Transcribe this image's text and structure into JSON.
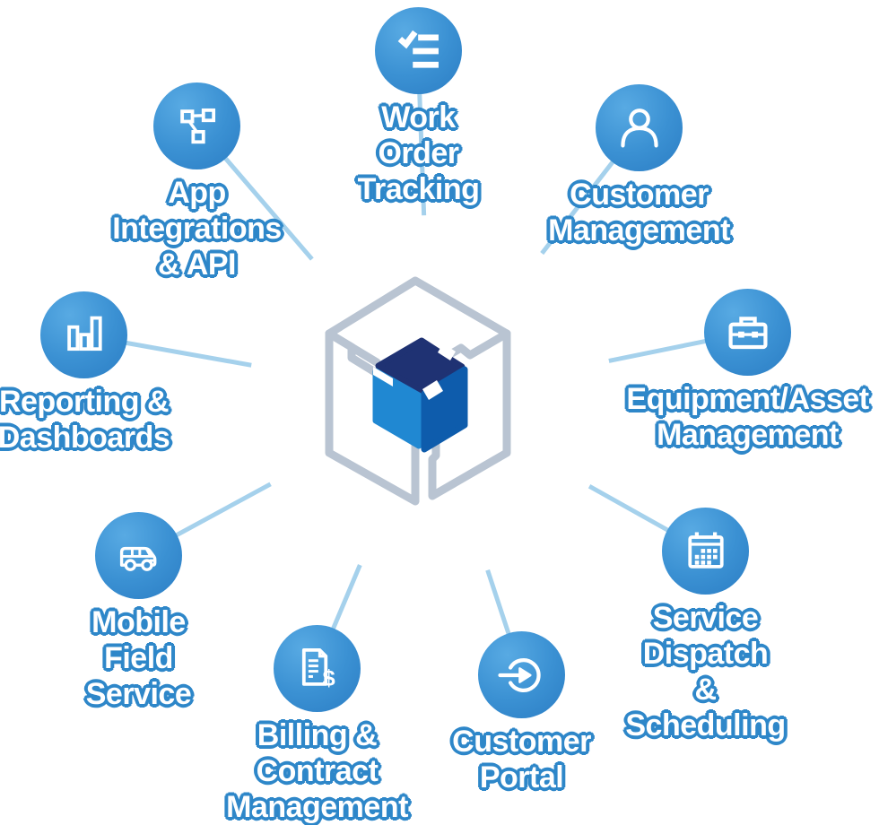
{
  "diagram": {
    "type": "hub-and-spoke",
    "center": {
      "logo": "cube-logo"
    },
    "nodes": [
      {
        "id": "work-order-tracking",
        "label": "Work Order\nTracking",
        "icon": "checklist-icon"
      },
      {
        "id": "customer-management",
        "label": "Customer\nManagement",
        "icon": "person-icon"
      },
      {
        "id": "equipment-asset-management",
        "label": "Equipment/Asset\nManagement",
        "icon": "toolbox-icon"
      },
      {
        "id": "service-dispatch-scheduling",
        "label": "Service Dispatch\n& Scheduling",
        "icon": "calendar-icon"
      },
      {
        "id": "customer-portal",
        "label": "Customer\nPortal",
        "icon": "login-arrow-icon"
      },
      {
        "id": "billing-contract-management",
        "label": "Billing & Contract\nManagement",
        "icon": "invoice-dollar-icon"
      },
      {
        "id": "mobile-field-service",
        "label": "Mobile\nField Service",
        "icon": "van-icon"
      },
      {
        "id": "reporting-dashboards",
        "label": "Reporting &\nDashboards",
        "icon": "bar-chart-icon"
      },
      {
        "id": "app-integrations-api",
        "label": "App Integrations\n& API",
        "icon": "network-nodes-icon"
      }
    ],
    "colors": {
      "node_gradient_start": "#58aae3",
      "node_gradient_end": "#2b7dc4",
      "connector_line": "#a5d1ec",
      "label_text": "#ffffff",
      "label_outline": "#2e87c9",
      "cube_outline": "#b9c4d2",
      "cube_top_face": "#1f3273",
      "cube_left_face": "#2088d2",
      "cube_right_face": "#0e5cac",
      "icon_stroke": "#ffffff"
    }
  }
}
